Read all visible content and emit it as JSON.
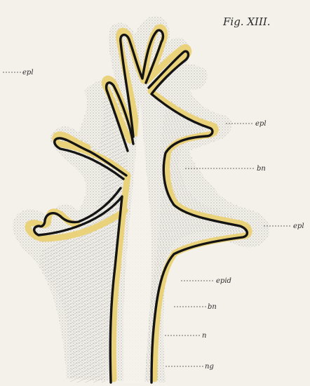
{
  "figure": {
    "title": "Fig. XIII.",
    "labels": {
      "epl_left": "epl",
      "epl_upper": "epl",
      "bn_upper": "bn",
      "epl_right": "epl",
      "epid": "epid",
      "bn_lower": "bn",
      "n": "n",
      "ng": "ng"
    },
    "colors": {
      "paper": "#f4f1ea",
      "epidermis": "#e9d27a",
      "outline": "#141414",
      "hatching": "#8a8a8a"
    }
  }
}
